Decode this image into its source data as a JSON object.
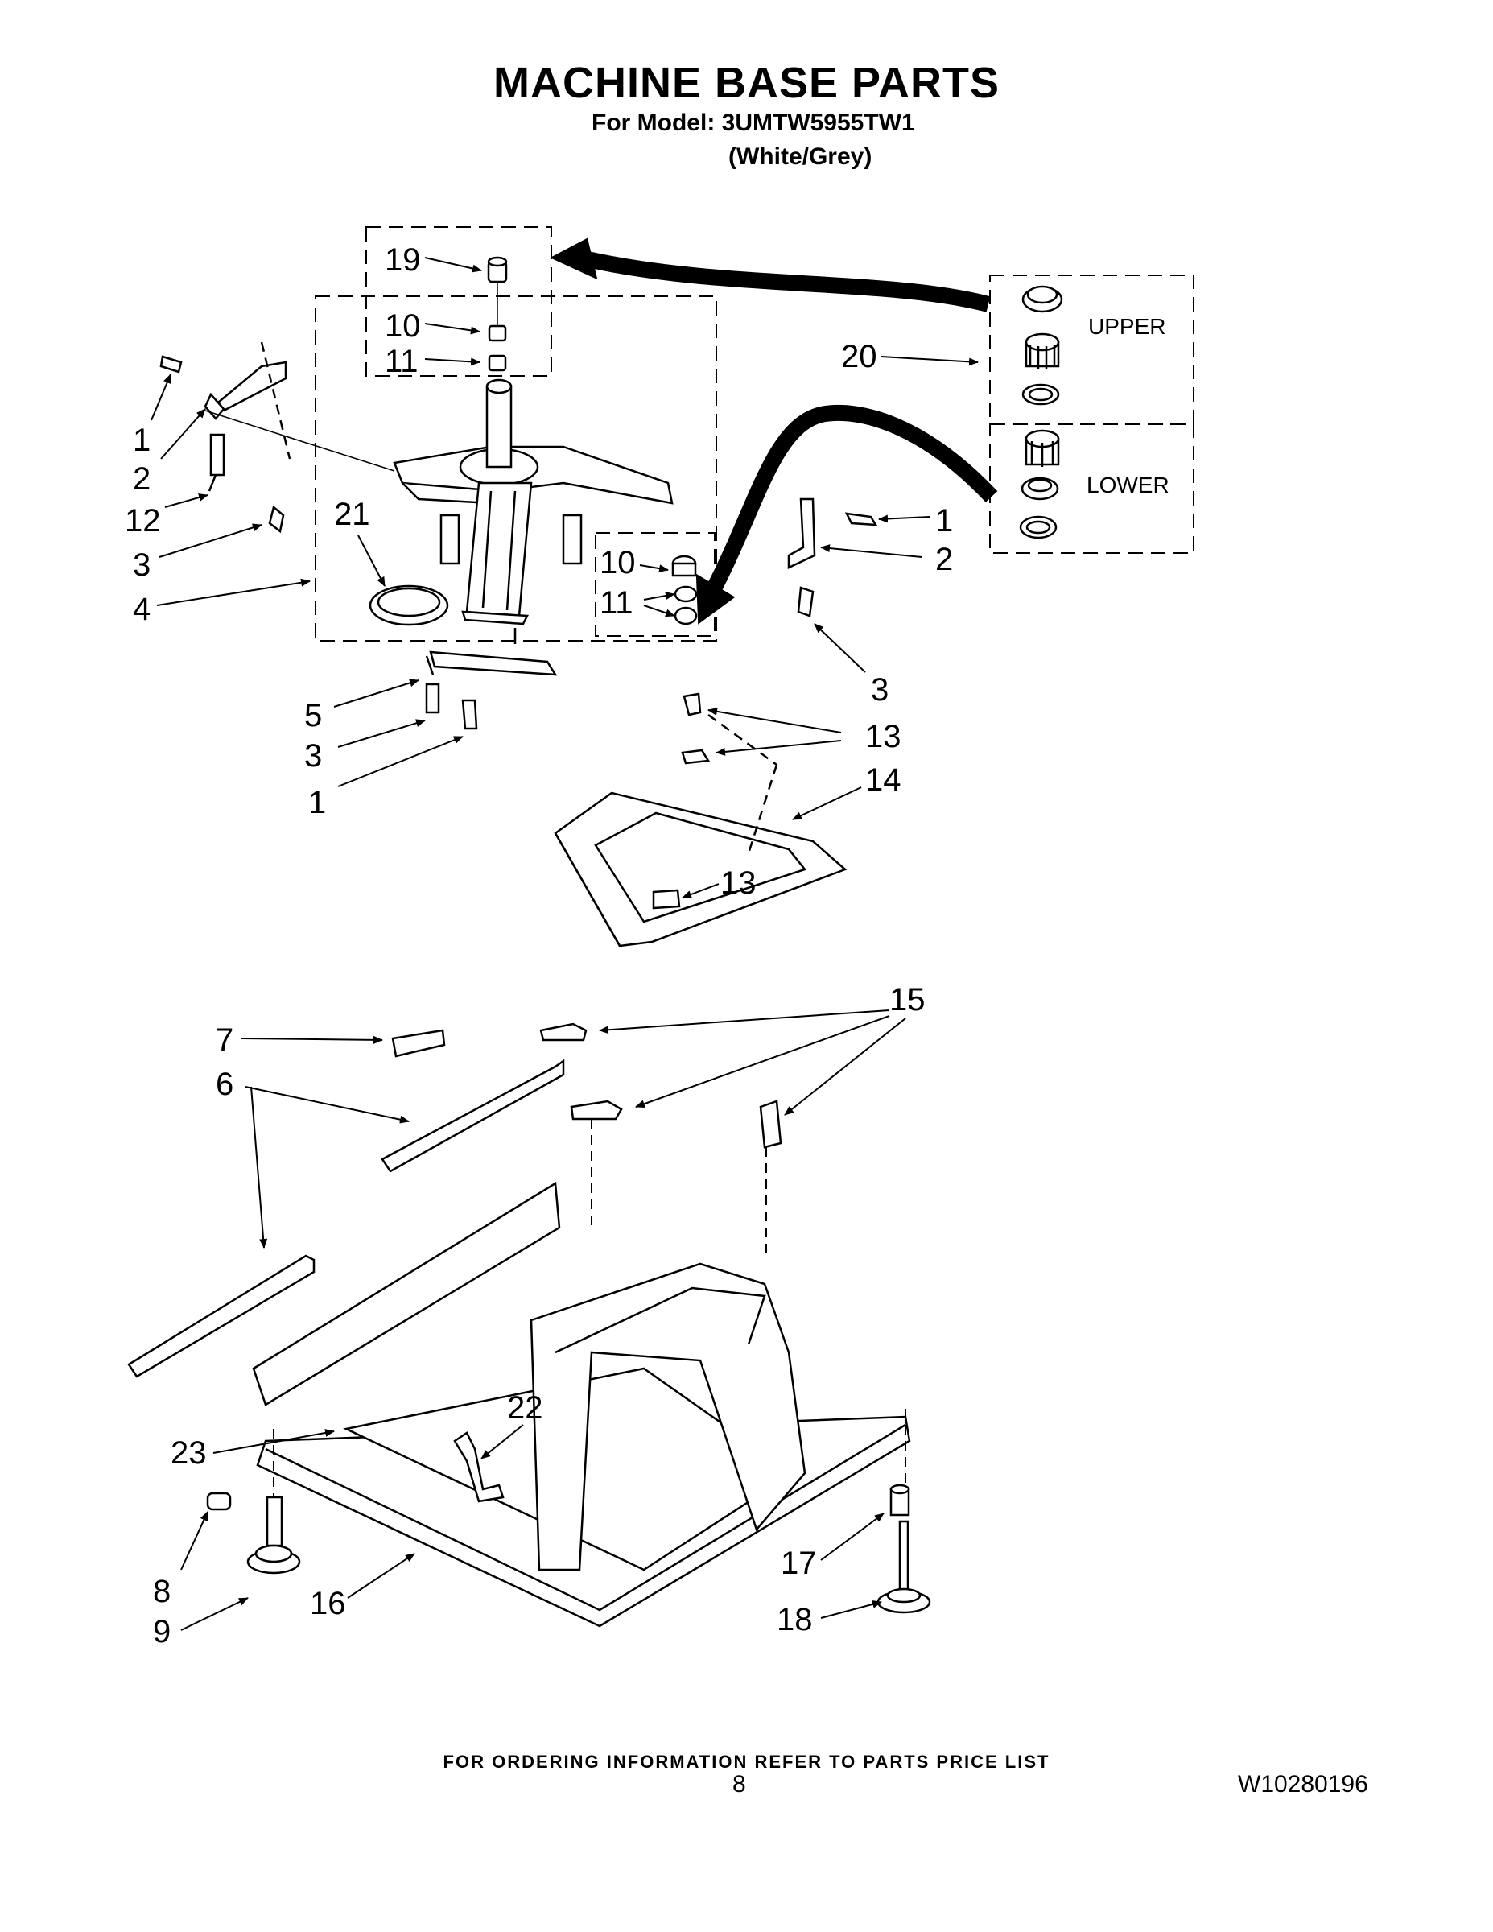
{
  "header": {
    "title": "MACHINE BASE PARTS",
    "model": "For Model: 3UMTW5955TW1",
    "variant": "(White/Grey)"
  },
  "callouts": {
    "c19": "19",
    "c10a": "10",
    "c11a": "11",
    "c20": "20",
    "c1a": "1",
    "c2a": "2",
    "c12": "12",
    "c3a": "3",
    "c4": "4",
    "c21": "21",
    "c10b": "10",
    "c11b": "11",
    "c1b": "1",
    "c2b": "2",
    "c3b": "3",
    "c5": "5",
    "c3c": "3",
    "c1c": "1",
    "c13a": "13",
    "c14": "14",
    "c13b": "13",
    "c15": "15",
    "c7": "7",
    "c6": "6",
    "c22": "22",
    "c23": "23",
    "c8": "8",
    "c9": "9",
    "c16": "16",
    "c17": "17",
    "c18": "18"
  },
  "bearing_kit": {
    "upper_label": "UPPER",
    "lower_label": "LOWER"
  },
  "footer": {
    "ordering_note": "FOR ORDERING INFORMATION REFER TO PARTS PRICE LIST",
    "page_number": "8",
    "document_number": "W10280196"
  }
}
